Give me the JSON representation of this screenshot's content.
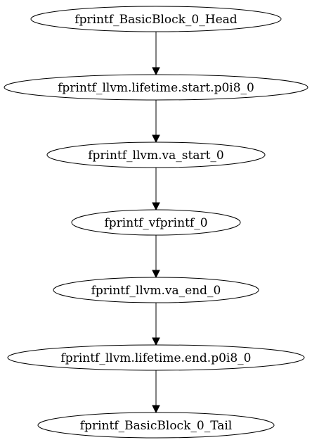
{
  "graph": {
    "nodes": [
      {
        "id": "head",
        "label": "fprintf_BasicBlock_0_Head"
      },
      {
        "id": "lifetime_start",
        "label": "fprintf_llvm.lifetime.start.p0i8_0"
      },
      {
        "id": "va_start",
        "label": "fprintf_llvm.va_start_0"
      },
      {
        "id": "vfprintf",
        "label": "fprintf_vfprintf_0"
      },
      {
        "id": "va_end",
        "label": "fprintf_llvm.va_end_0"
      },
      {
        "id": "lifetime_end",
        "label": "fprintf_llvm.lifetime.end.p0i8_0"
      },
      {
        "id": "tail",
        "label": "fprintf_BasicBlock_0_Tail"
      }
    ],
    "edges": [
      {
        "from": "head",
        "to": "lifetime_start"
      },
      {
        "from": "lifetime_start",
        "to": "va_start"
      },
      {
        "from": "va_start",
        "to": "vfprintf"
      },
      {
        "from": "vfprintf",
        "to": "va_end"
      },
      {
        "from": "va_end",
        "to": "lifetime_end"
      },
      {
        "from": "lifetime_end",
        "to": "tail"
      }
    ],
    "colors": {
      "stroke": "#000000",
      "fill": "#ffffff",
      "text": "#000000"
    }
  }
}
